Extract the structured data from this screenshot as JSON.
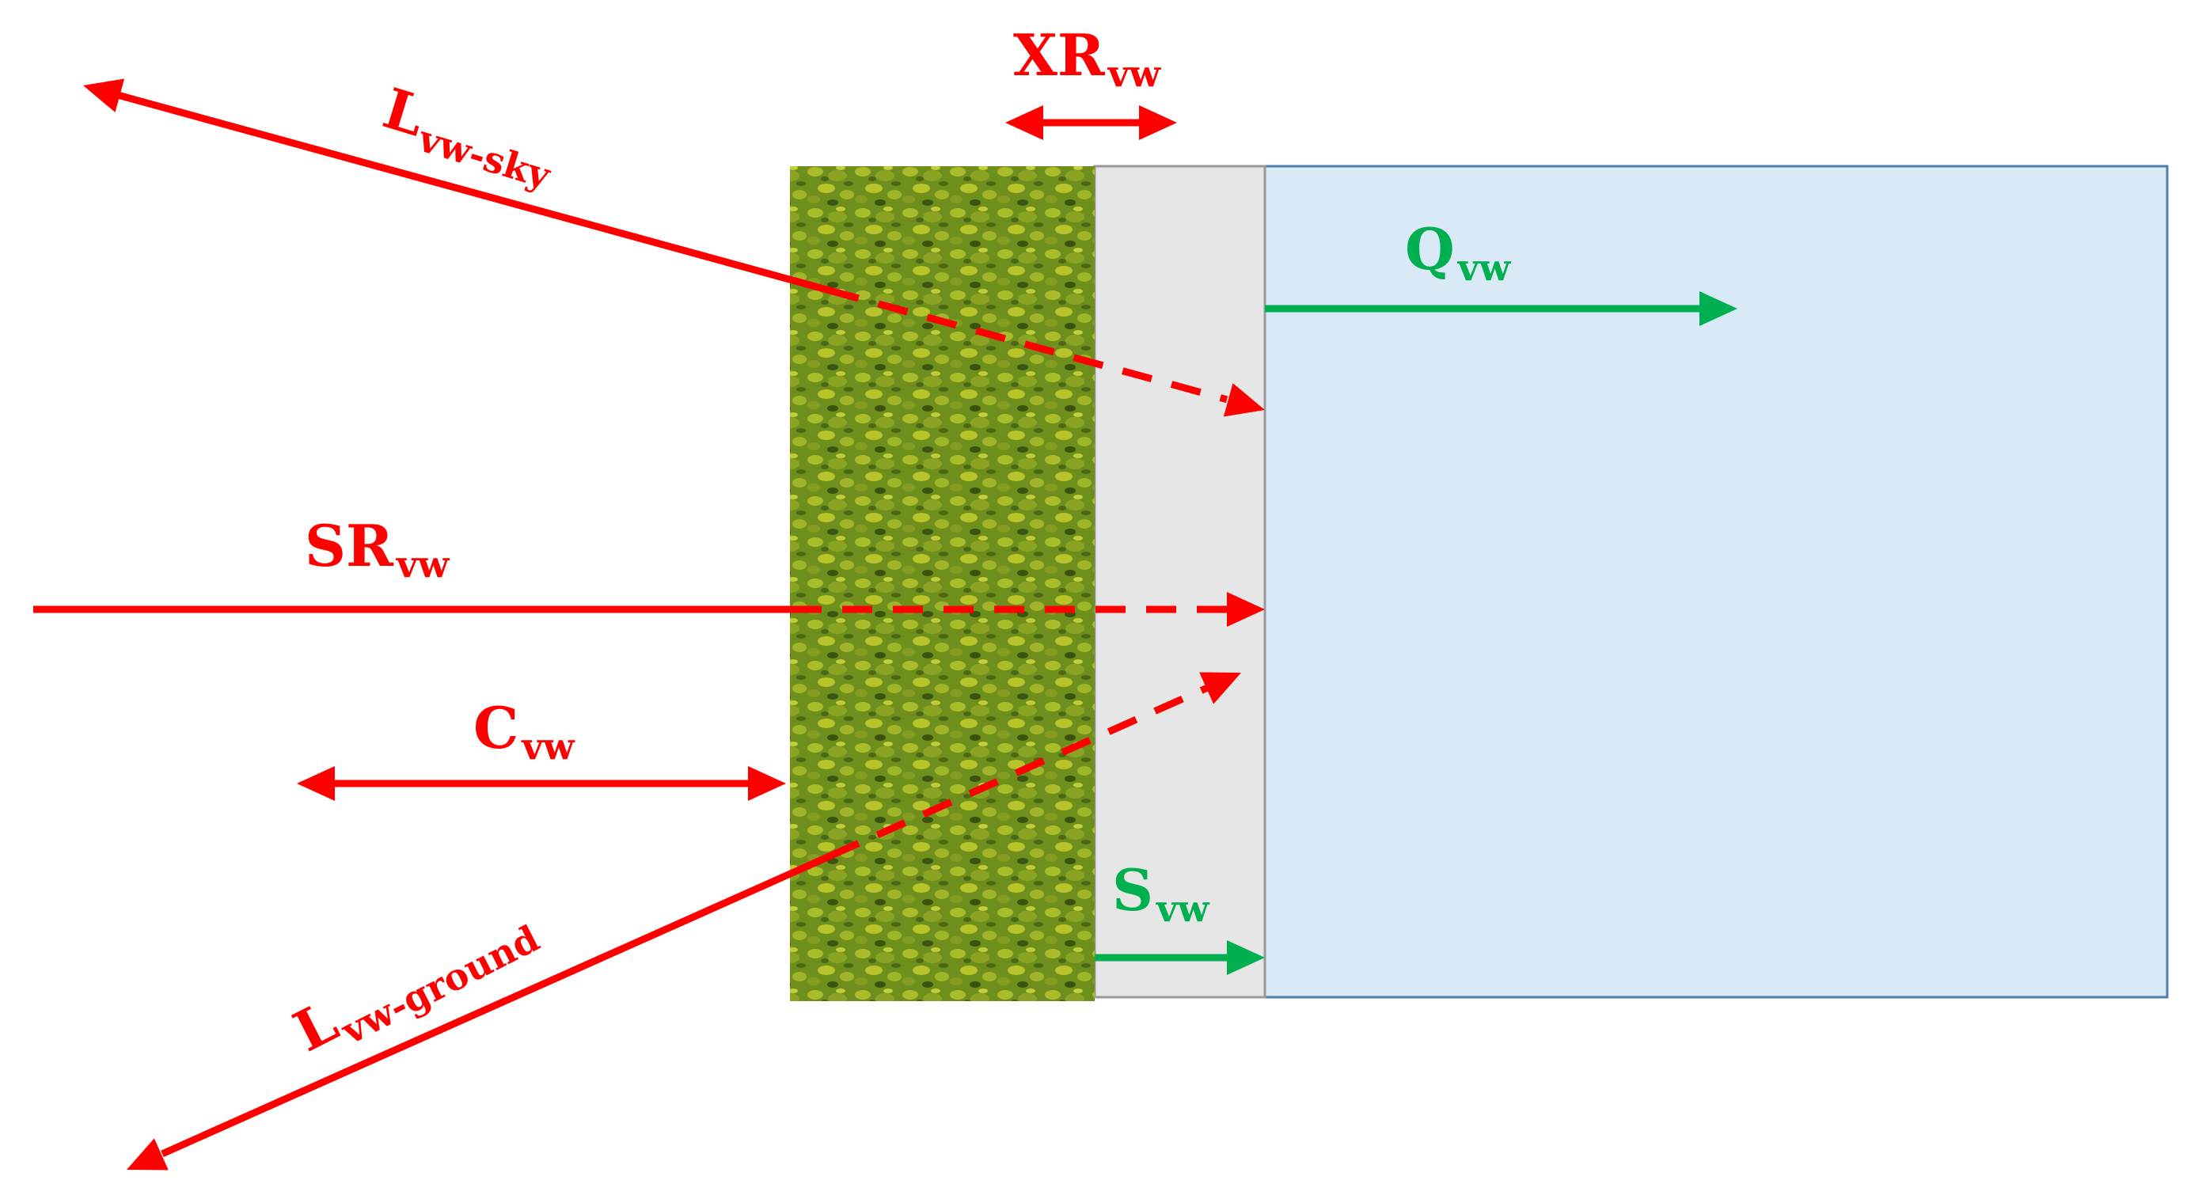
{
  "colors": {
    "flux_red": "#ff0000",
    "flux_green": "#00b050",
    "room_fill": "#dae9f6",
    "room_border": "#4f7fa8",
    "gap_fill": "#e6e6e6",
    "gap_border": "#999999",
    "vegetation_base": "#6f8f1c",
    "vegetation_light": "#b7c42a",
    "vegetation_dark": "#3c5310"
  },
  "regions": {
    "vegetation": "vegetation-layer",
    "air_gap": "air-gap-layer",
    "room": "indoor-space"
  },
  "labels": {
    "l_sky": {
      "main": "L",
      "sub": "vw-sky"
    },
    "xr": {
      "main": "XR",
      "sub": "vw"
    },
    "q": {
      "main": "Q",
      "sub": "vw"
    },
    "sr": {
      "main": "SR",
      "sub": "vw"
    },
    "c": {
      "main": "C",
      "sub": "vw"
    },
    "s": {
      "main": "S",
      "sub": "vw"
    },
    "l_ground": {
      "main": "L",
      "sub": "vw-ground"
    }
  }
}
